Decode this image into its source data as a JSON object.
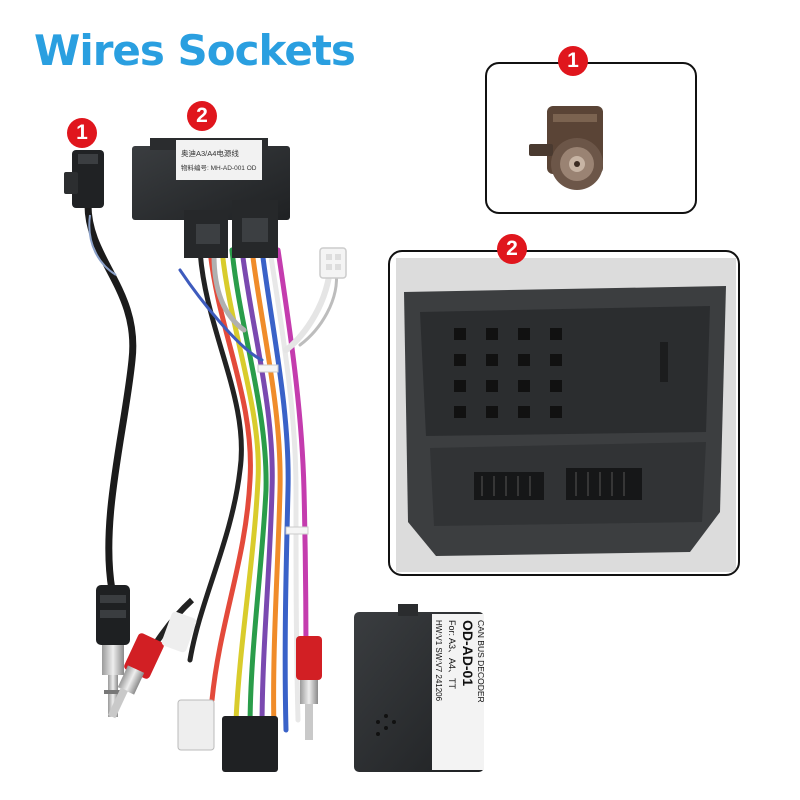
{
  "title": "Wires Sockets",
  "badges": {
    "one": "1",
    "two": "2"
  },
  "connector_label": {
    "line1": "奥迪A3/A4电源线",
    "line2": "物料编号: MH-AD-001 OD"
  },
  "decoder_label": {
    "line1": "CAN BUS DECODER",
    "line2": "OD-AD-01",
    "line3": "For: A3、A4、TT",
    "line4": "HW:V1  SW:V7  241206"
  },
  "colors": {
    "title": "#2a9fe0",
    "badge": "#e0161d",
    "plastic": "#2b2d2f"
  }
}
